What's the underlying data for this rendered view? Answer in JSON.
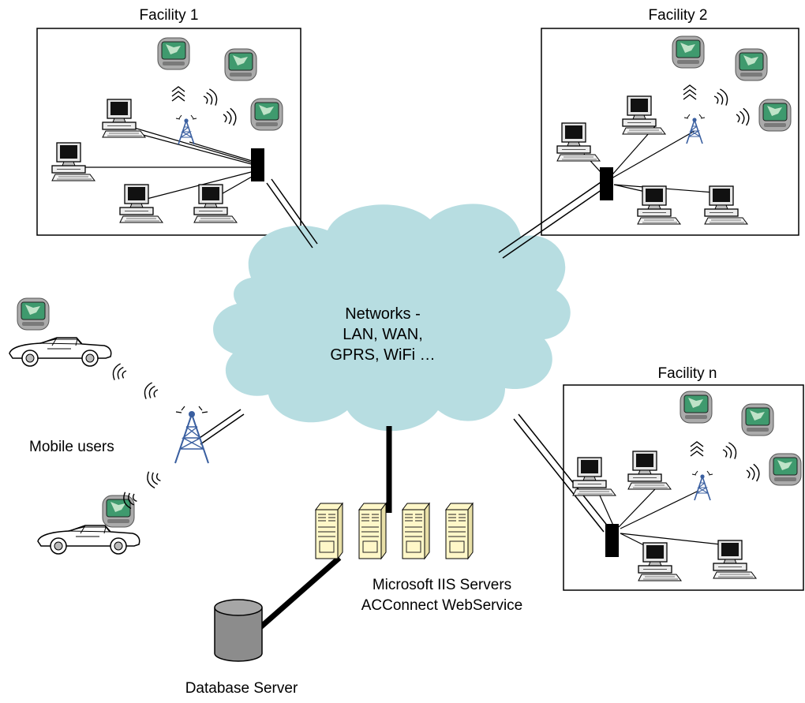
{
  "facilities": [
    {
      "id": "f1",
      "label": "Facility 1"
    },
    {
      "id": "f2",
      "label": "Facility 2"
    },
    {
      "id": "fn",
      "label": "Facility n"
    }
  ],
  "cloud": {
    "lines": [
      "Networks -",
      "LAN, WAN,",
      "GPRS, WiFi …"
    ],
    "color": "#b7dde1"
  },
  "mobile_users_label": "Mobile users",
  "servers": {
    "line1": "Microsoft IIS Servers",
    "line2": "ACConnect WebService",
    "color": "#fff7c8"
  },
  "database_label": "Database Server",
  "colors": {
    "pda_screen": "#3f9a6e",
    "db_cylinder": "#8c8c8c",
    "hub": "#000000",
    "tower": "#3a5fa0"
  }
}
